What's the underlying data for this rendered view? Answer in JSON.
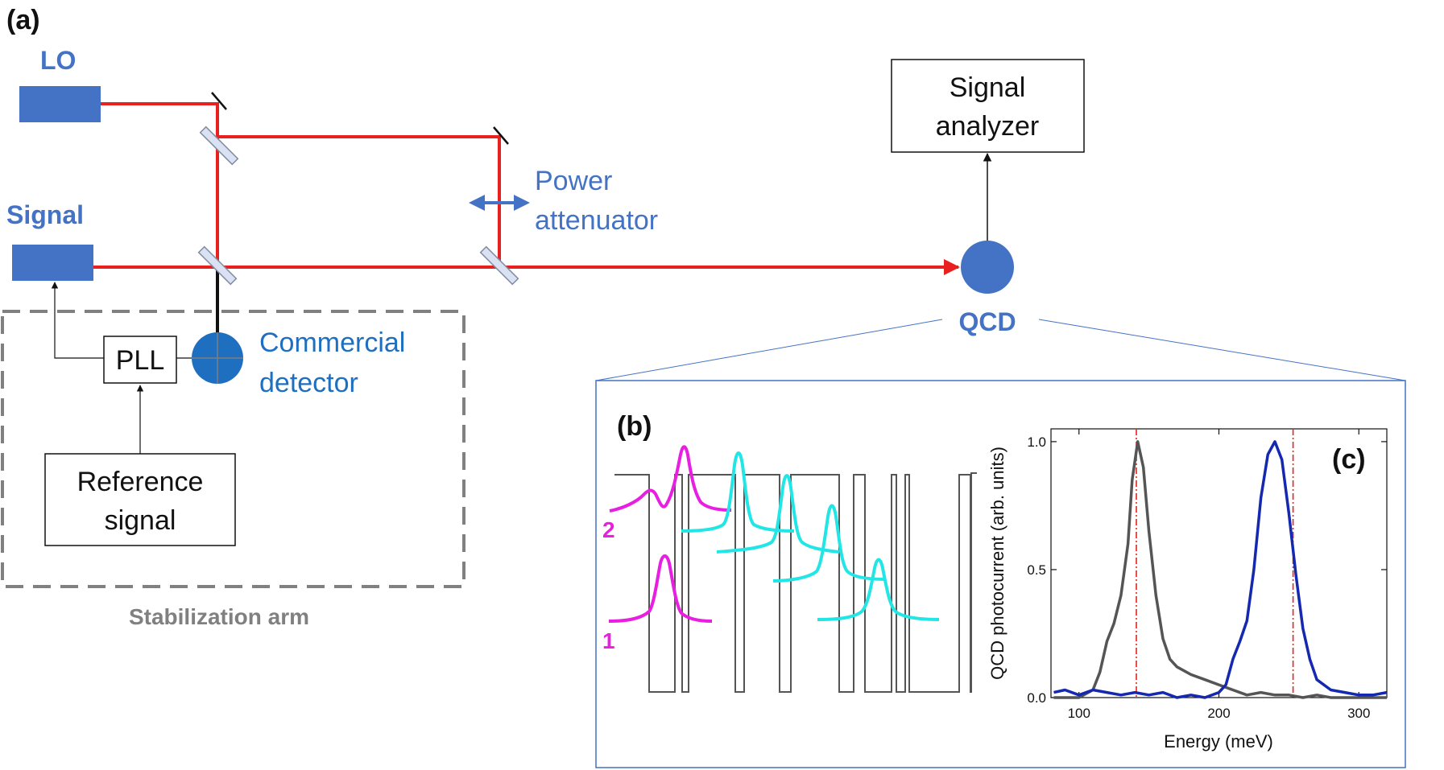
{
  "panels": {
    "a": "(a)",
    "b": "(b)",
    "c": "(c)"
  },
  "sources": {
    "lo": "LO",
    "signal": "Signal"
  },
  "power_attenuator": {
    "line1": "Power",
    "line2": "attenuator"
  },
  "signal_analyzer": {
    "line1": "Signal",
    "line2": "analyzer"
  },
  "qcd": "QCD",
  "commercial_detector": {
    "line1": "Commercial",
    "line2": "detector"
  },
  "pll": "PLL",
  "reference_signal": {
    "line1": "Reference",
    "line2": "signal"
  },
  "stabilization_arm": "Stabilization arm",
  "states": {
    "s1": "1",
    "s2": "2"
  },
  "colors": {
    "beam": "#E8201F",
    "component_blue": "#4472C4",
    "detector_blue": "#1F6FC0",
    "stabilization_gray": "#808080",
    "magenta": "#E81FE0",
    "cyan": "#22E6E6",
    "curve_gray": "#555555",
    "curve_blue": "#1428B0",
    "marker_red": "#E8201F"
  },
  "chart_data": {
    "type": "line",
    "title": "",
    "xlabel": "Energy (meV)",
    "ylabel": "QCD photocurrent (arb. units)",
    "xlim": [
      80,
      320
    ],
    "ylim": [
      0.0,
      1.05
    ],
    "xticks": [
      100,
      200,
      300
    ],
    "yticks": [
      0.0,
      0.5,
      1.0
    ],
    "xtick_labels": [
      "100",
      "200",
      "300"
    ],
    "ytick_labels": [
      "0.0",
      "0.5",
      "1.0"
    ],
    "grid": false,
    "series": [
      {
        "color": "gray",
        "x": [
          82,
          90,
          100,
          110,
          115,
          120,
          125,
          130,
          135,
          138,
          142,
          146,
          150,
          155,
          160,
          165,
          170,
          180,
          190,
          200,
          210,
          220,
          230,
          240,
          250,
          260,
          270,
          280,
          290,
          300,
          310,
          320
        ],
        "y": [
          0.0,
          0.0,
          0.0,
          0.03,
          0.1,
          0.22,
          0.29,
          0.4,
          0.6,
          0.85,
          1.0,
          0.9,
          0.65,
          0.4,
          0.23,
          0.15,
          0.12,
          0.09,
          0.07,
          0.05,
          0.03,
          0.01,
          0.02,
          0.01,
          0.01,
          0.0,
          0.01,
          0.0,
          0.0,
          0.0,
          0.0,
          0.0
        ]
      },
      {
        "color": "blue",
        "x": [
          82,
          90,
          100,
          110,
          120,
          130,
          140,
          150,
          160,
          170,
          180,
          190,
          200,
          205,
          210,
          215,
          220,
          225,
          230,
          235,
          240,
          245,
          250,
          255,
          260,
          265,
          270,
          280,
          290,
          300,
          310,
          320
        ],
        "y": [
          0.02,
          0.03,
          0.01,
          0.03,
          0.02,
          0.01,
          0.02,
          0.01,
          0.02,
          0.0,
          0.01,
          0.0,
          0.02,
          0.05,
          0.15,
          0.22,
          0.3,
          0.5,
          0.78,
          0.95,
          1.0,
          0.93,
          0.72,
          0.48,
          0.27,
          0.15,
          0.07,
          0.03,
          0.02,
          0.01,
          0.01,
          0.02
        ]
      }
    ],
    "vlines": [
      141,
      253
    ]
  }
}
